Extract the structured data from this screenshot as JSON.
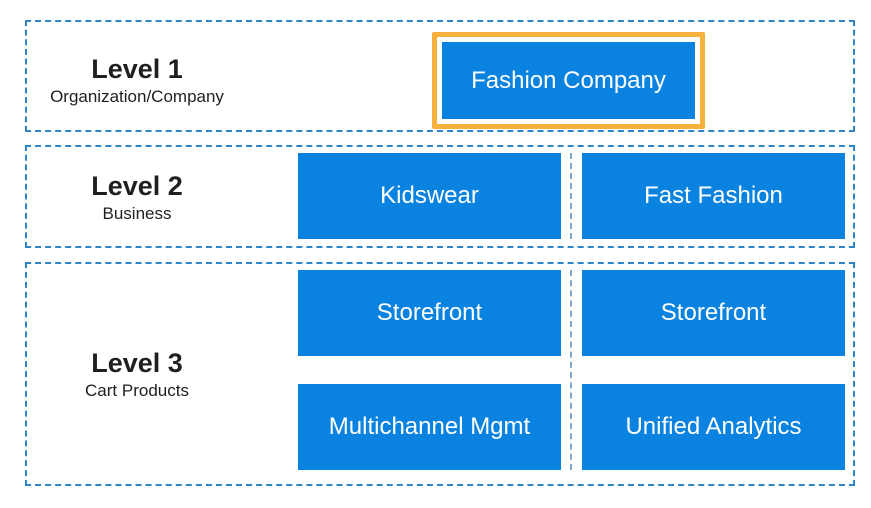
{
  "levels": [
    {
      "title": "Level 1",
      "subtitle": "Organization/Company"
    },
    {
      "title": "Level 2",
      "subtitle": "Business"
    },
    {
      "title": "Level 3",
      "subtitle": "Cart Products"
    }
  ],
  "nodes": {
    "company": "Fashion Company",
    "business_left": "Kidswear",
    "business_right": "Fast Fashion",
    "product_left_1": "Storefront",
    "product_right_1": "Storefront",
    "product_left_2": "Multichannel Mgmt",
    "product_right_2": "Unified Analytics"
  },
  "colors": {
    "box": "#0a82e0",
    "highlight": "#f6b13d",
    "border": "#2f86c6"
  }
}
